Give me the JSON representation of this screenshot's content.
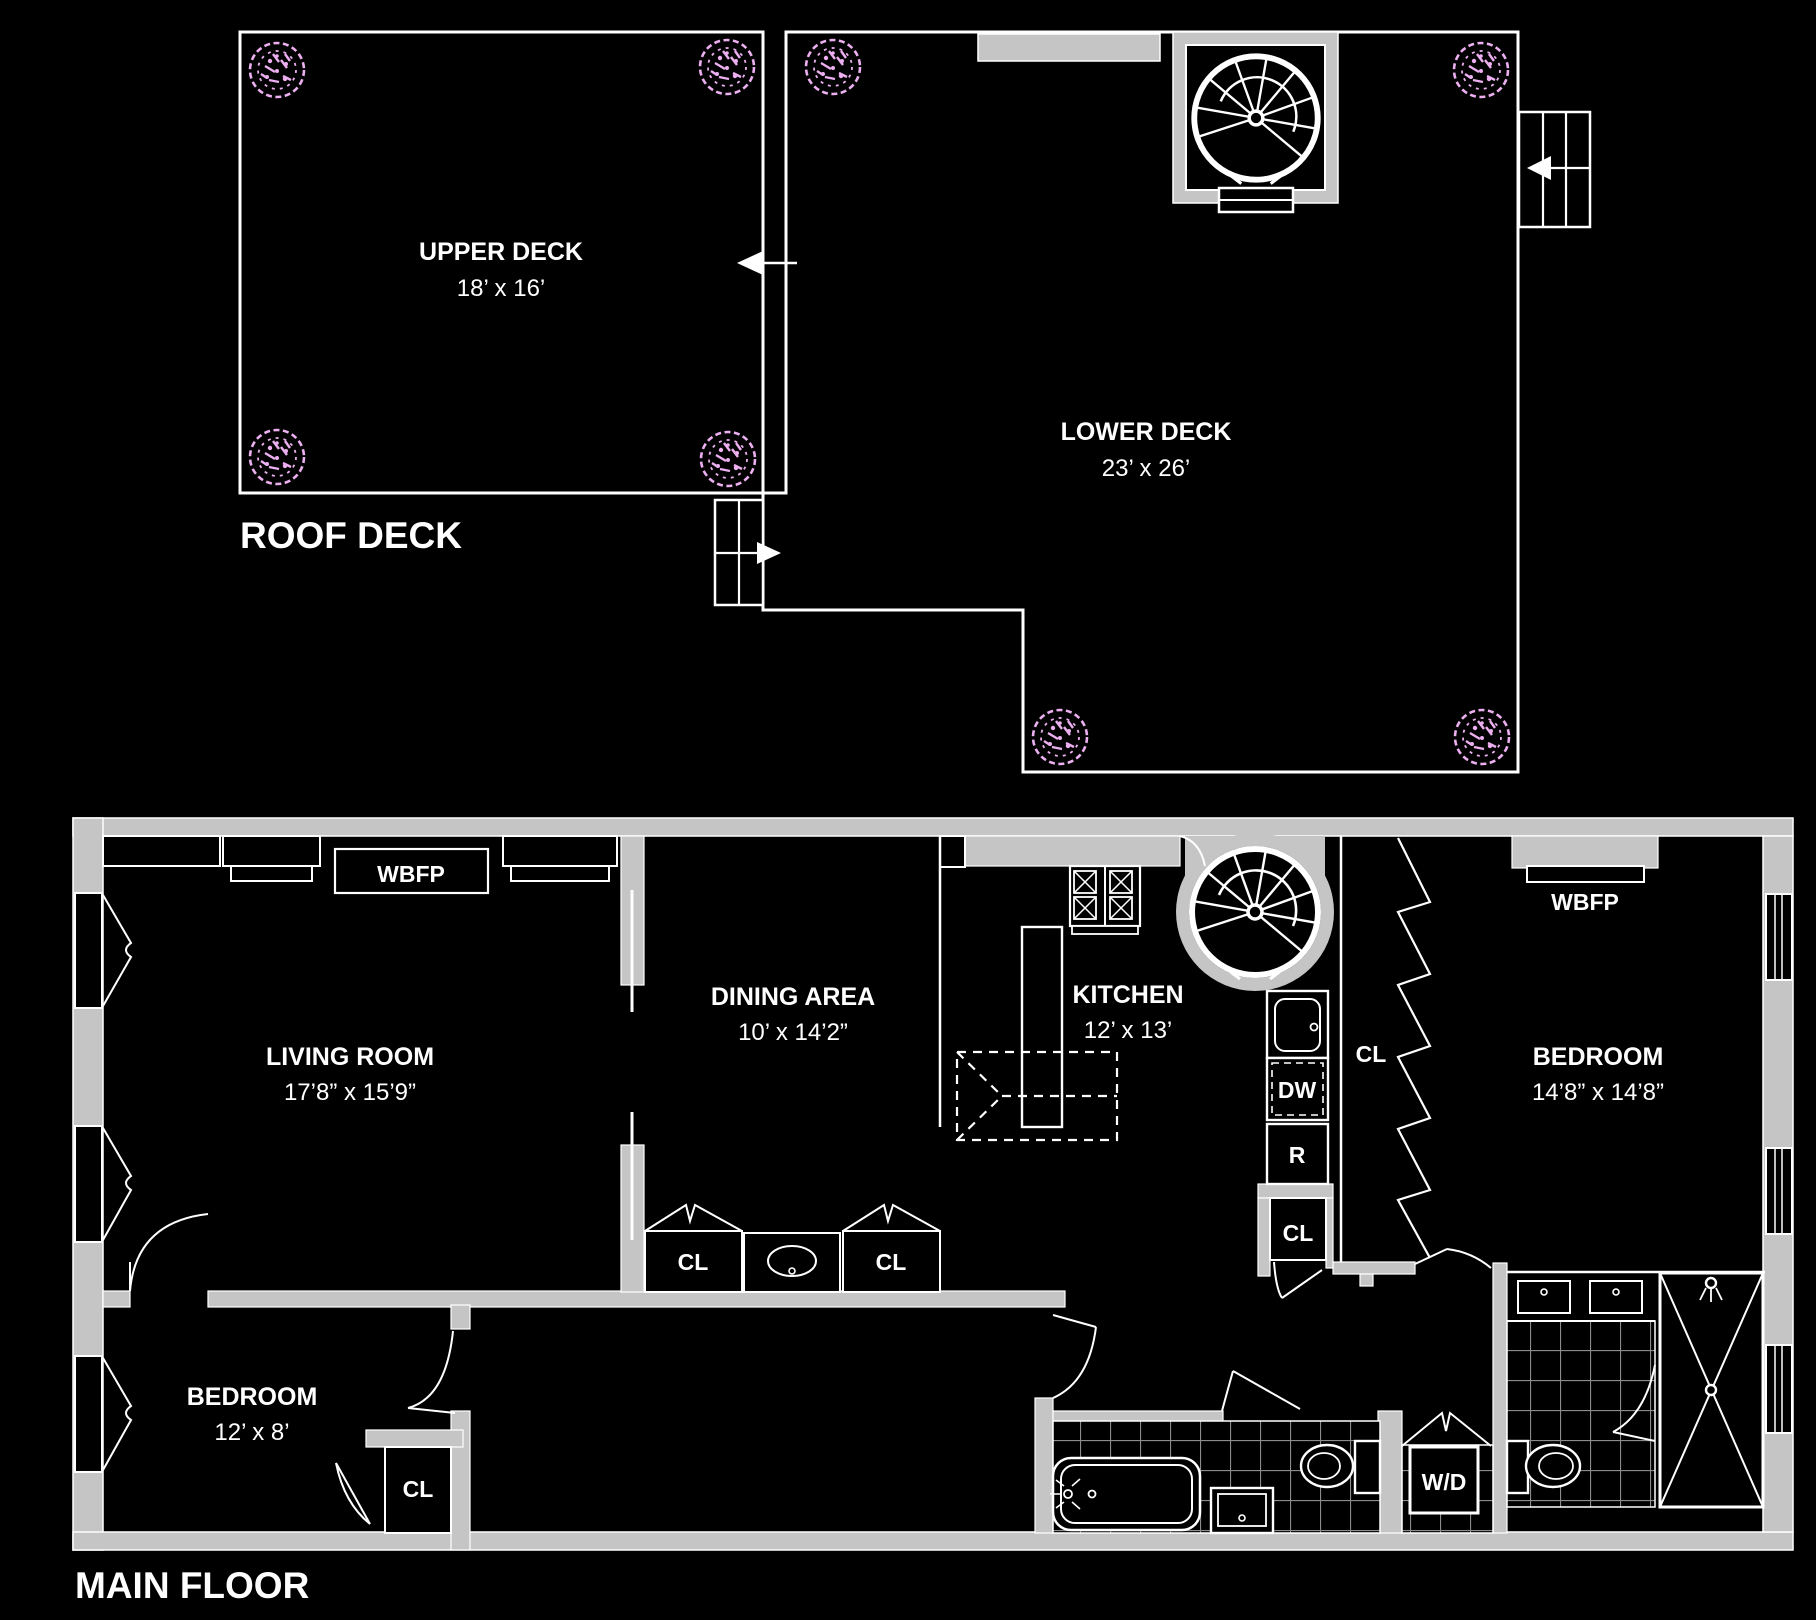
{
  "colors": {
    "background": "#000000",
    "wall_gray": "#c5c5c5",
    "line_white": "#ffffff",
    "plant_pink": "#ecaff0",
    "tile_grid": "#8b8b8b"
  },
  "roof_deck": {
    "section_label": "ROOF DECK",
    "upper_deck": {
      "name": "UPPER DECK",
      "dims": "18’ x 16’"
    },
    "lower_deck": {
      "name": "LOWER DECK",
      "dims": "23’ x 26’"
    }
  },
  "main_floor": {
    "section_label": "MAIN FLOOR",
    "living_room": {
      "name": "LIVING ROOM",
      "dims": "17’8” x 15’9”"
    },
    "dining_area": {
      "name": "DINING AREA",
      "dims": "10’ x 14’2”"
    },
    "kitchen": {
      "name": "KITCHEN",
      "dims": "12’ x 13’"
    },
    "bedroom_main": {
      "name": "BEDROOM",
      "dims": "14’8” x 14’8”"
    },
    "bedroom_small": {
      "name": "BEDROOM",
      "dims": "12’ x 8’"
    },
    "fireplace_living_label": "WBFP",
    "fireplace_bedroom_label": "WBFP",
    "closet_dining_left_label": "CL",
    "closet_dining_right_label": "CL",
    "closet_kitchen_label": "CL",
    "closet_bedroom_main_label": "CL",
    "closet_bedroom_small_label": "CL",
    "dishwasher_label": "DW",
    "refrigerator_label": "R",
    "washer_dryer_label": "W/D"
  }
}
